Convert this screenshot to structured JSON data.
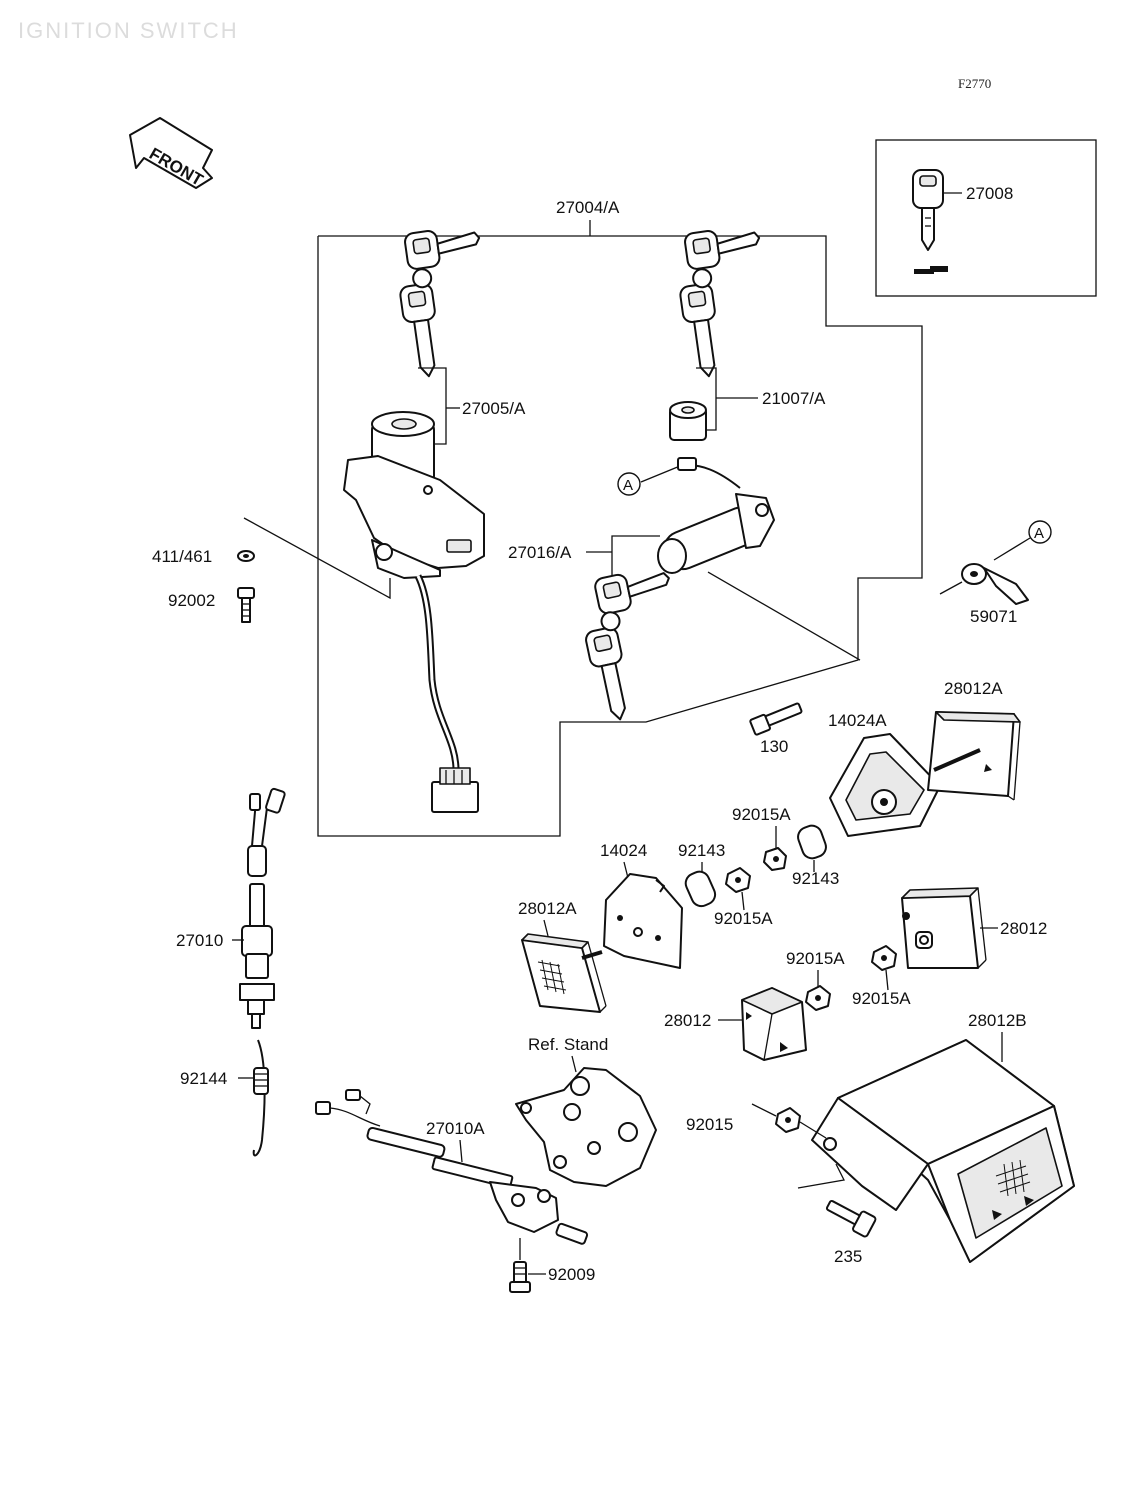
{
  "header": {
    "title": "IGNITION SWITCH",
    "code": "F2770"
  },
  "direction": {
    "label": "FRONT"
  },
  "callouts": {
    "ref_a": "A"
  },
  "parts": {
    "p27004": "27004/A",
    "p27005": "27005/A",
    "p21007": "21007/A",
    "p27016": "27016/A",
    "p27008": "27008",
    "p411": "411/461",
    "p92002": "92002",
    "p59071": "59071",
    "p130": "130",
    "p14024A": "14024A",
    "p28012A_top": "28012A",
    "p92015A_1": "92015A",
    "p92143_1": "92143",
    "p92143_2": "92143",
    "p14024": "14024",
    "p92015A_2": "92015A",
    "p28012A_left": "28012A",
    "p28012_right": "28012",
    "p92015A_3": "92015A",
    "p92015A_4": "92015A",
    "p28012_mid": "28012",
    "p28012B": "28012B",
    "p27010": "27010",
    "p92144": "92144",
    "ref_stand": "Ref. Stand",
    "p27010A": "27010A",
    "p92015": "92015",
    "p235": "235",
    "p92009": "92009"
  }
}
